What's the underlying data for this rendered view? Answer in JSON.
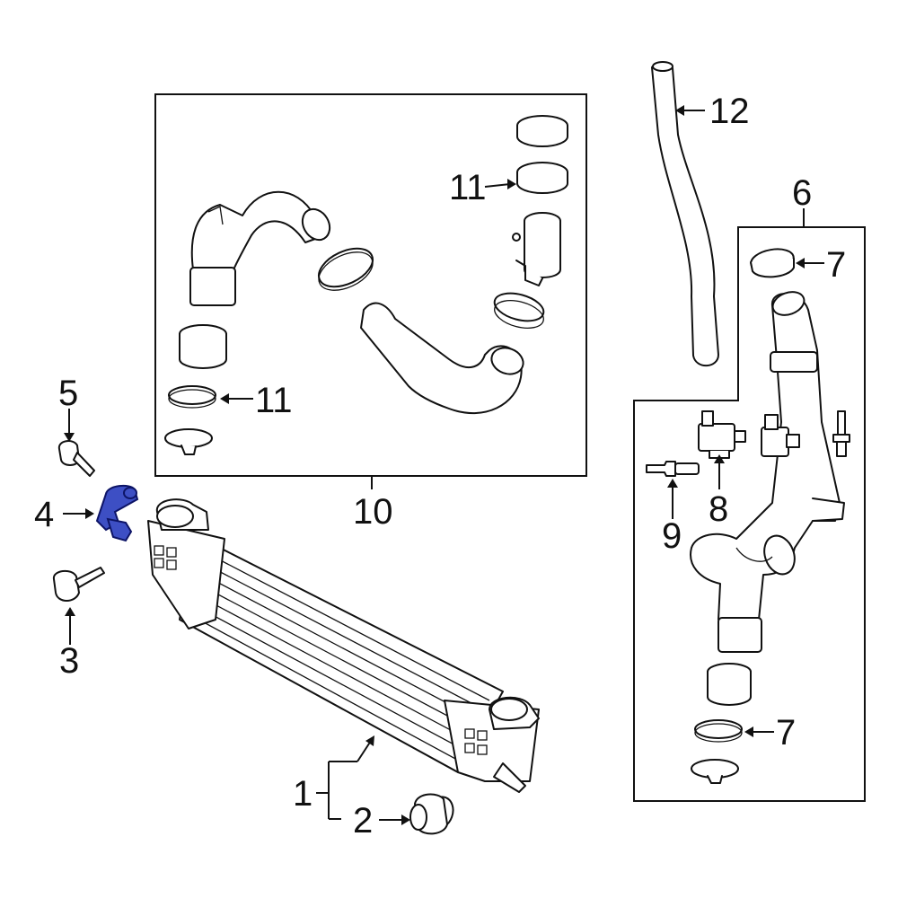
{
  "callouts": {
    "c1": "1",
    "c2": "2",
    "c3": "3",
    "c4": "4",
    "c5": "5",
    "c6": "6",
    "c7a": "7",
    "c7b": "7",
    "c8": "8",
    "c9": "9",
    "c10": "10",
    "c11a": "11",
    "c11b": "11",
    "c12": "12"
  },
  "colors": {
    "highlight": "#3d4fc4",
    "line": "#111111",
    "background": "#ffffff"
  }
}
